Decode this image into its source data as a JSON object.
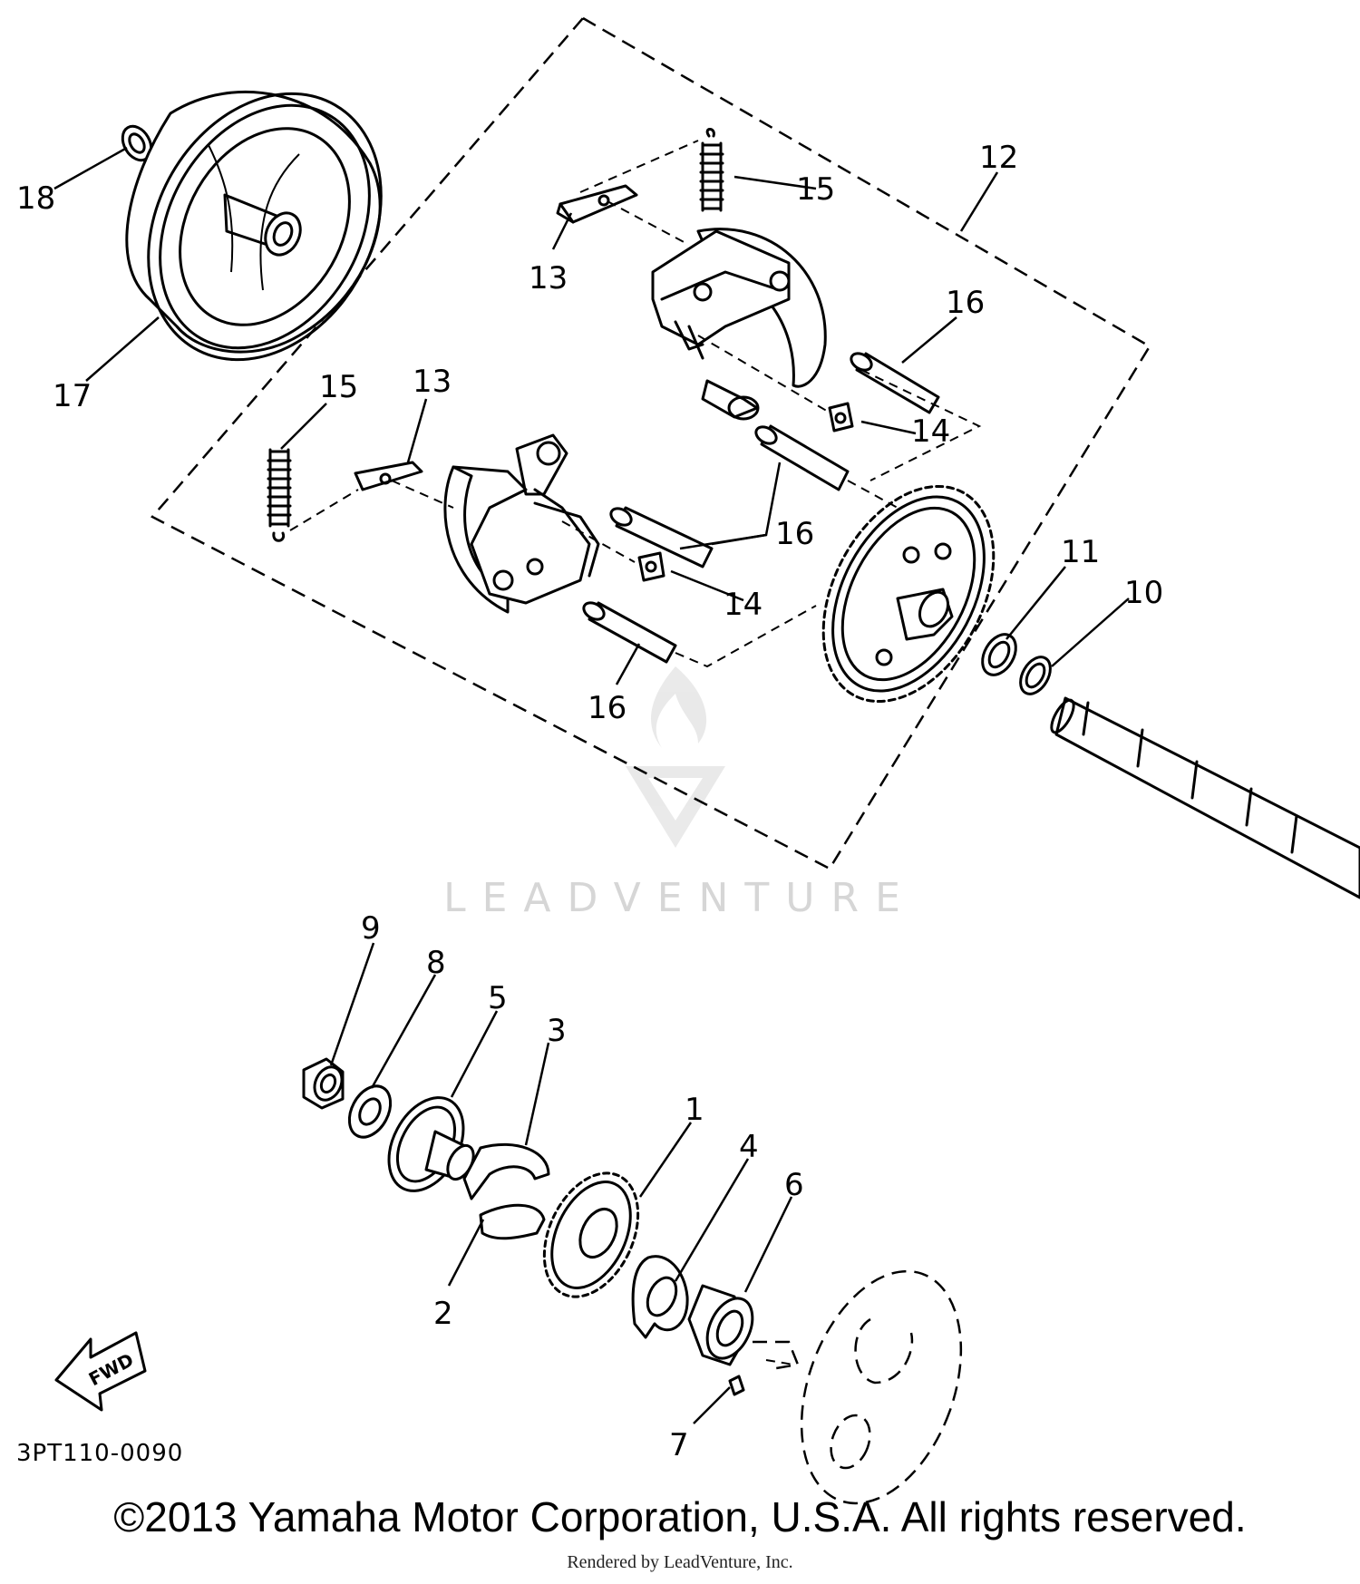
{
  "diagram": {
    "callouts": [
      {
        "id": "1",
        "text": "1"
      },
      {
        "id": "2",
        "text": "2"
      },
      {
        "id": "3",
        "text": "3"
      },
      {
        "id": "4",
        "text": "4"
      },
      {
        "id": "5",
        "text": "5"
      },
      {
        "id": "6",
        "text": "6"
      },
      {
        "id": "7",
        "text": "7"
      },
      {
        "id": "8",
        "text": "8"
      },
      {
        "id": "9",
        "text": "9"
      },
      {
        "id": "10",
        "text": "10"
      },
      {
        "id": "11",
        "text": "11"
      },
      {
        "id": "12",
        "text": "12"
      },
      {
        "id": "13a",
        "text": "13"
      },
      {
        "id": "13b",
        "text": "13"
      },
      {
        "id": "14a",
        "text": "14"
      },
      {
        "id": "14b",
        "text": "14"
      },
      {
        "id": "15a",
        "text": "15"
      },
      {
        "id": "15b",
        "text": "15"
      },
      {
        "id": "16a",
        "text": "16"
      },
      {
        "id": "16b",
        "text": "16"
      },
      {
        "id": "16c",
        "text": "16"
      },
      {
        "id": "17",
        "text": "17"
      },
      {
        "id": "18",
        "text": "18"
      }
    ],
    "fwd_label": "FWD",
    "diagram_code": "3PT110-0090",
    "copyright": "©2013 Yamaha Motor Corporation, U.S.A. All rights reserved.",
    "rendered_by": "Rendered by LeadVenture, Inc.",
    "watermark": "LEADVENTURE"
  }
}
